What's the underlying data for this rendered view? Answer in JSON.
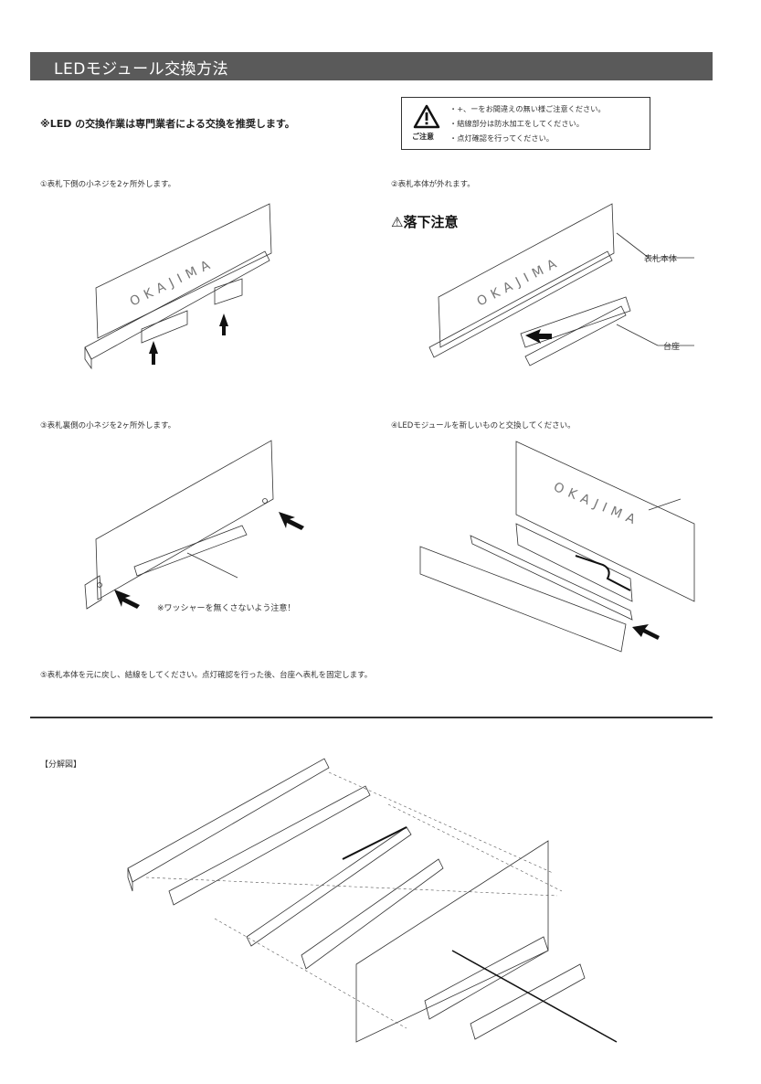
{
  "header": {
    "title": "LEDモジュール交換方法"
  },
  "notice": {
    "recommend": "※LED の交換作業は専門業者による交換を推奨します。"
  },
  "caution": {
    "label": "ご注意",
    "lines": [
      "・+、ーをお間違えの無い様ご注意ください。",
      "・結線部分は防水加工をしてください。",
      "・点灯確認を行ってください。"
    ]
  },
  "steps": {
    "step1": "①表札下側の小ネジを2ヶ所外します。",
    "step2": "②表札本体が外れます。",
    "step3": "③表札裏側の小ネジを2ヶ所外します。",
    "step4": "④LEDモジュールを新しいものと交換してください。",
    "step5": "⑤表札本体を元に戻し、結線をしてください。点灯確認を行った後、台座へ表札を固定します。"
  },
  "warning_drop": "⚠落下注意",
  "labels": {
    "nameplate_body": "表札本体",
    "base": "台座",
    "washer_note": "※ワッシャーを無くさないよう注意！",
    "exploded_view": "【分解図】"
  },
  "brand_text": "OKAJIMA",
  "icons": [
    "warning-triangle-icon",
    "arrow-icon"
  ],
  "colors": {
    "header_bg": "#5a5a5a",
    "header_text": "#ffffff",
    "line": "#333333"
  }
}
